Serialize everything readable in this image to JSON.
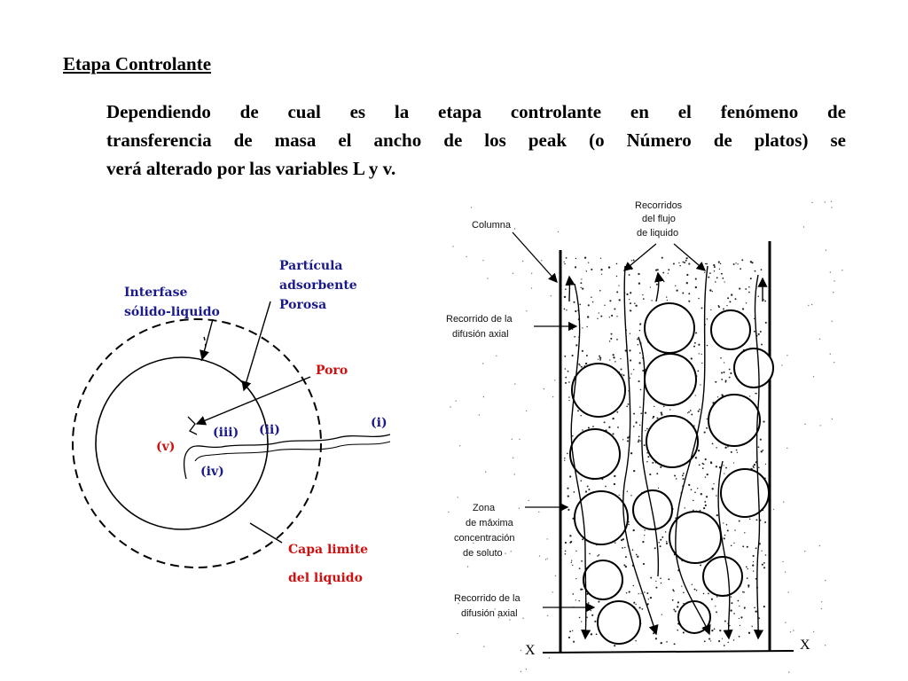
{
  "heading": "Etapa Controlante",
  "paragraph": {
    "line1": "Dependiendo de cual es la etapa controlante en el fenómeno de",
    "line2": "transferencia de masa el ancho de los peak (o Número de platos)  se",
    "line3": "verá alterado por las variables L y v."
  },
  "left_diagram": {
    "interfase_line1": "Interfase",
    "interfase_line2": "sólido-liquido",
    "particula_line1": "Partícula",
    "particula_line2": "adsorbente",
    "particula_line3": "Porosa",
    "poro": "Poro",
    "step_i": "(i)",
    "step_ii": "(ii)",
    "step_iii": "(iii)",
    "step_iv": "(iv)",
    "step_v": "(v)",
    "capa_line1": "Capa limite",
    "capa_line2": "del liquido",
    "colors": {
      "blue": "#1a1a8c",
      "red": "#d01010"
    }
  },
  "right_diagram": {
    "columna": "Columna",
    "recorridos_line1": "Recorridos",
    "recorridos_line2": "del flujo",
    "recorridos_line3": "de liquido",
    "difusion_top_line1": "Recorrido de la",
    "difusion_top_line2": "difusión axial",
    "zona_line1": "Zona",
    "zona_line2": "de máxima",
    "zona_line3": "concentración",
    "zona_line4": "de soluto",
    "difusion_bot_line1": "Recorrido de la",
    "difusion_bot_line2": "difusión axial",
    "x_left": "X",
    "x_right": "X"
  }
}
